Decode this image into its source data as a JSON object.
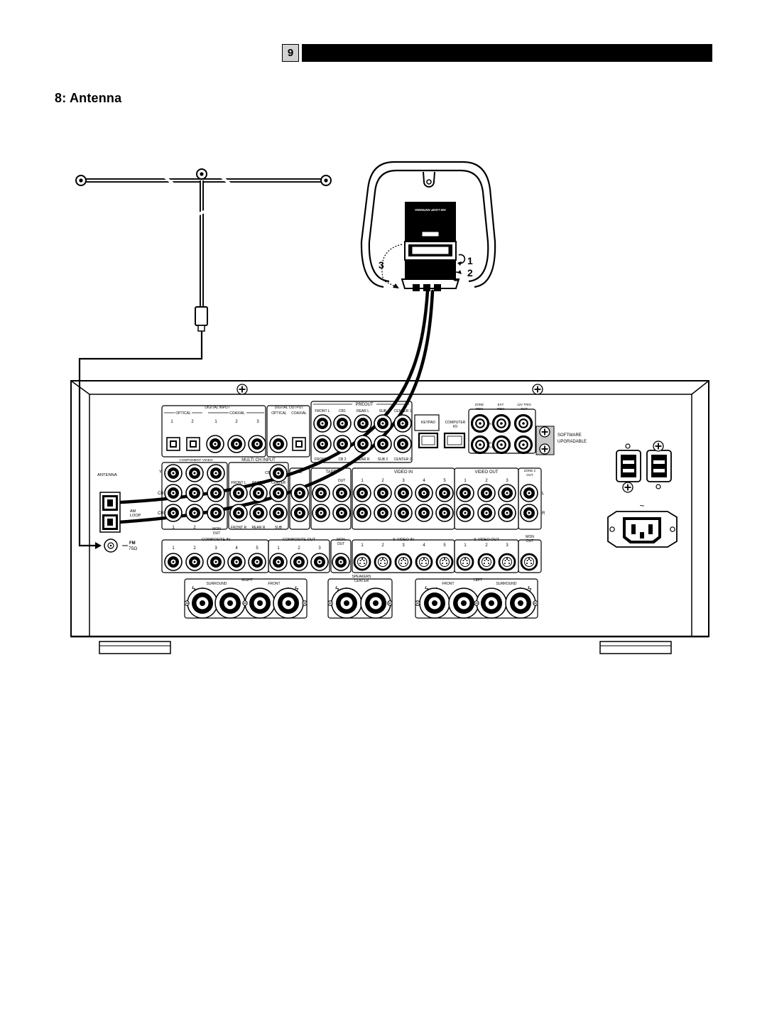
{
  "page": {
    "number": "9",
    "section_title": "8: Antenna"
  },
  "loop_antenna": {
    "label": "AM LOOP ANTENNA",
    "steps": [
      "1",
      "2",
      "3"
    ]
  },
  "panel": {
    "antenna_label": "ANTENNA",
    "am_loop": [
      "AM",
      "LOOP"
    ],
    "fm": [
      "FM",
      "75Ω"
    ],
    "digital_input": "DIGITAL INPUT",
    "optical": "OPTICAL",
    "coaxial": "COAXIAL",
    "digital_output": "DIGITAL OUTPUT",
    "dout_optical": "OPTICAL",
    "dout_coaxial": "COAXIAL",
    "preout": "PREOUT",
    "pre_top": [
      "FRONT L",
      "CB1",
      "REAR L",
      "SUB",
      "CENTER 1"
    ],
    "pre_bottom": [
      "FRONT R",
      "CB 2",
      "REAR R",
      "SUB 2",
      "CENTER 2"
    ],
    "keypad": "KEYPAD",
    "computer_io": [
      "COMPUTER",
      "I/O"
    ],
    "zone_rem": [
      "ZONE",
      "REM"
    ],
    "ext_rem": [
      "EXT",
      "REM"
    ],
    "trig": [
      "12V TRIG",
      "OUT"
    ],
    "ir_in": "IN",
    "ir_out": [
      "IR",
      "OUT"
    ],
    "software": [
      "SOFTWARE",
      "UPGRADABLE"
    ],
    "component_video": "COMPONENT VIDEO",
    "multi_ch_input": "MULTI CH INPUT",
    "multi_top": [
      "FRONT L",
      "REAR L",
      "CENTER"
    ],
    "multi_bottom": [
      "FRONT R",
      "REAR R",
      "SUB"
    ],
    "cb_label": "CB",
    "cd": "CD",
    "tape": "TAPE",
    "out": "OUT",
    "video_in": "VIDEO IN",
    "video_out": "VIDEO OUT",
    "zone2_out": [
      "ZONE 2",
      "OUT"
    ],
    "comp_rows": [
      "Y",
      "CB",
      "CR"
    ],
    "comp_nums": [
      "1",
      "2"
    ],
    "mon_out": [
      "MON",
      "OUT"
    ],
    "composite_in": "COMPOSITE IN",
    "composite_out": "COMPOSITE OUT",
    "mon_out2": [
      "MON",
      "OUT"
    ],
    "s_video_in": "S-VIDEO IN",
    "s_video_out": "S-VIDEO OUT",
    "mon_out3": [
      "MON",
      "OUT"
    ],
    "speakers": "SPEAKERS",
    "center": "CENTER",
    "surround": "SURROUND",
    "right": "RIGHT",
    "front": "FRONT",
    "left": "LEFT",
    "lr": [
      "L",
      "R"
    ],
    "ac_symbol": "~"
  }
}
